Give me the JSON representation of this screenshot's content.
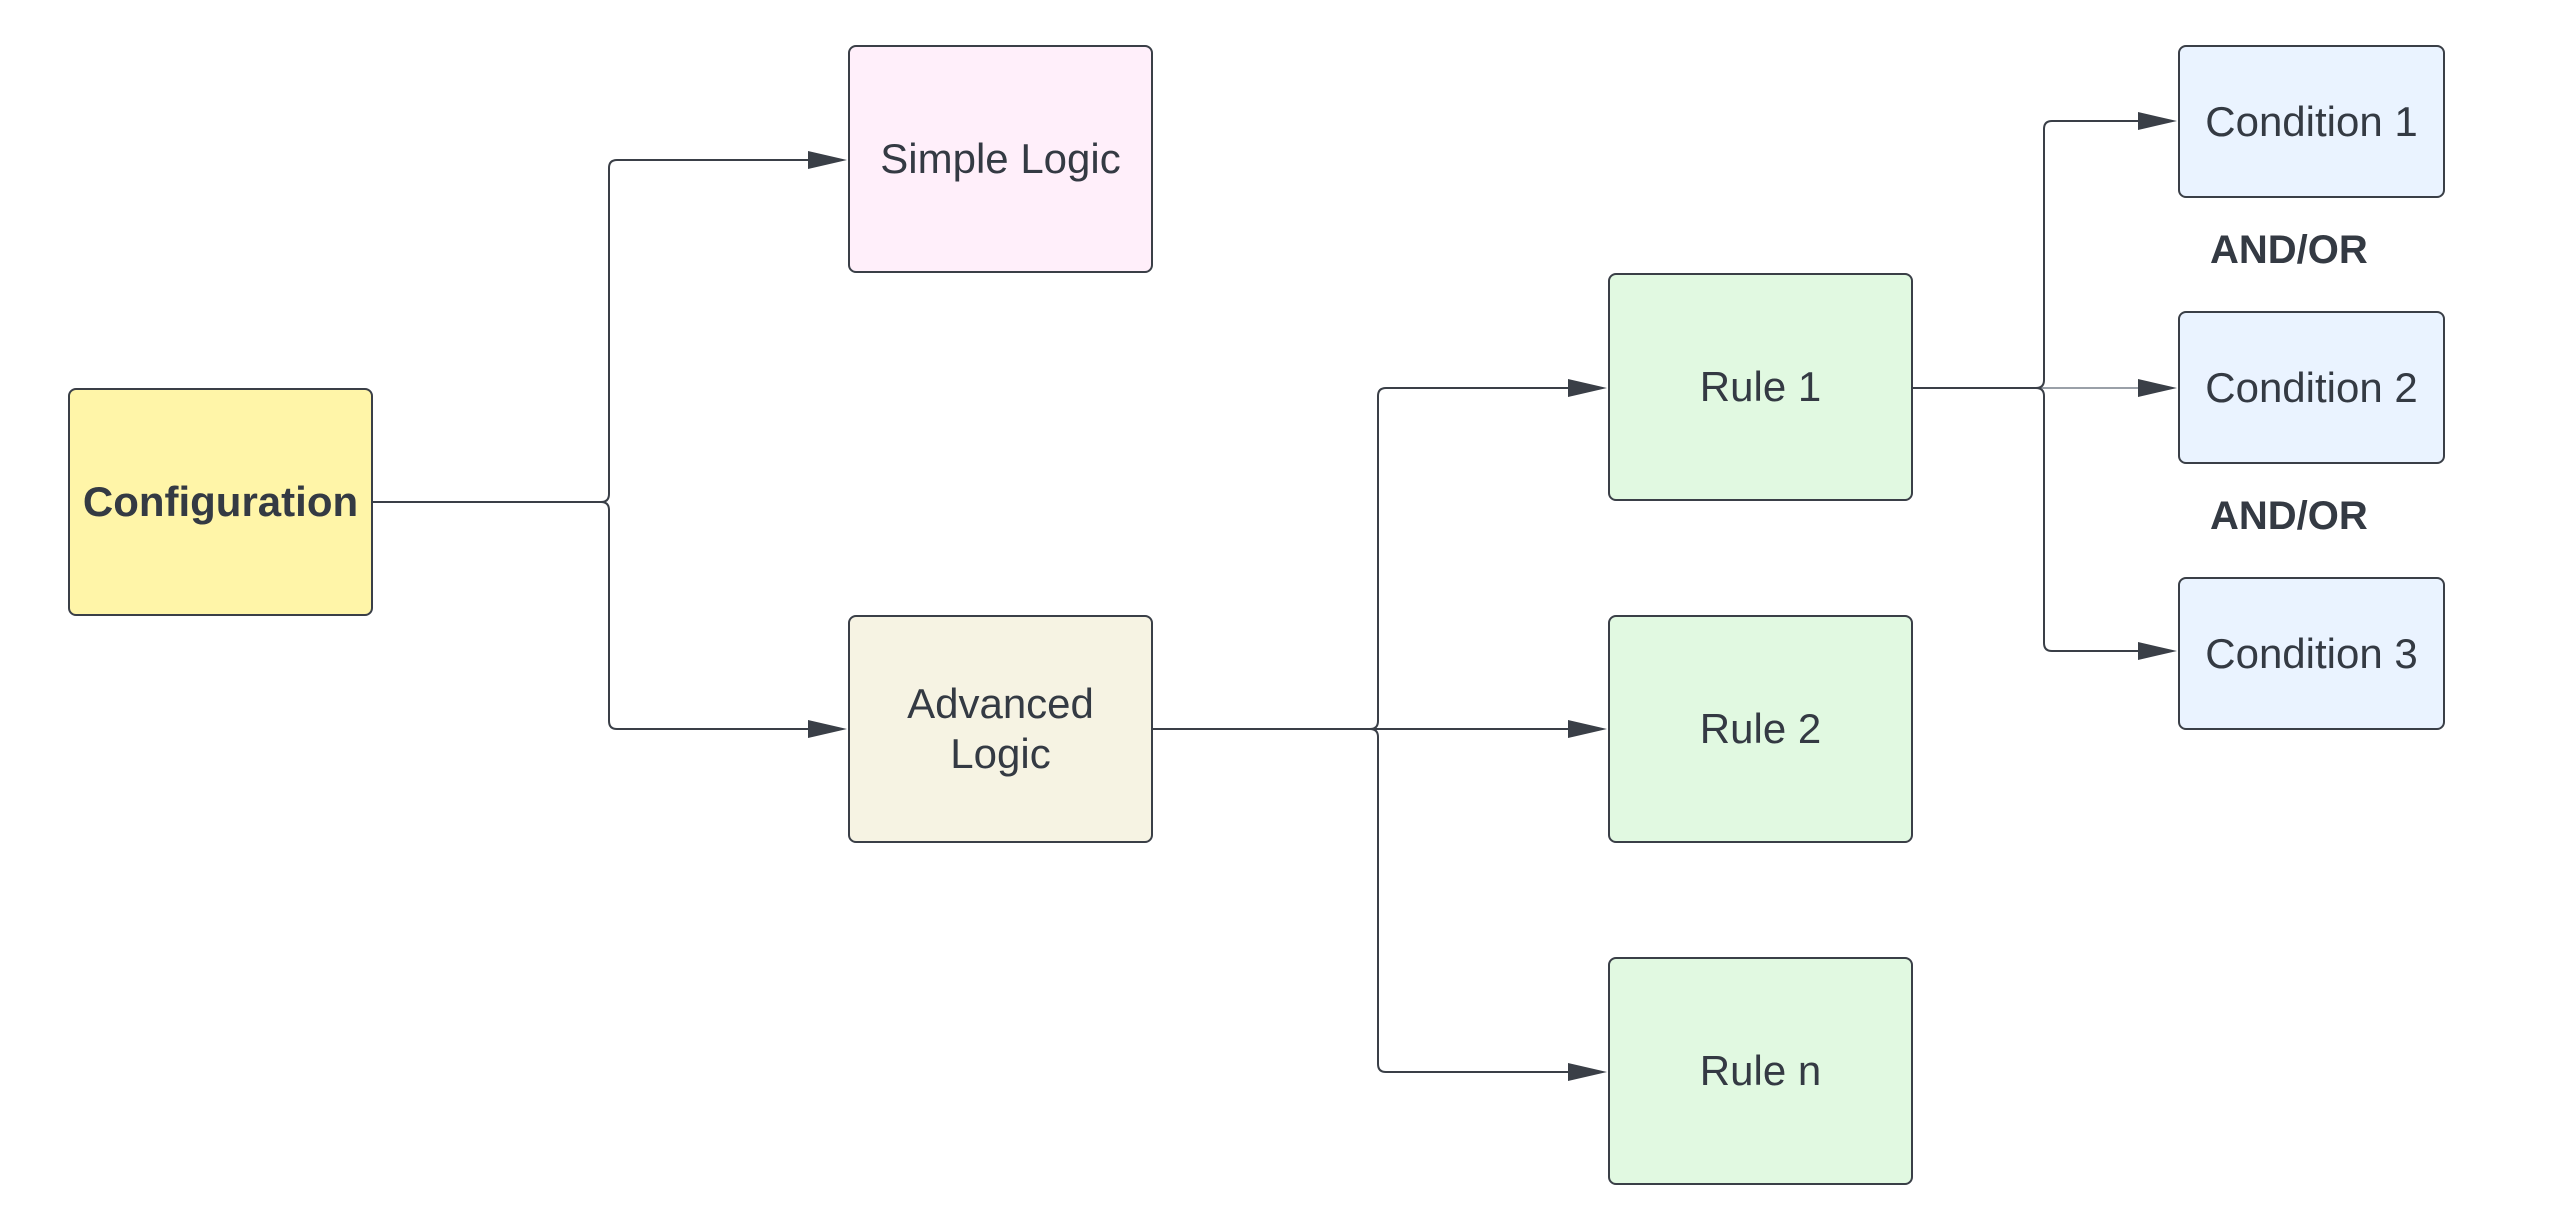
{
  "nodes": {
    "configuration": "Configuration",
    "simple_logic": "Simple Logic",
    "advanced_logic": "Advanced Logic",
    "rule_1": "Rule 1",
    "rule_2": "Rule 2",
    "rule_n": "Rule n",
    "condition_1": "Condition 1",
    "condition_2": "Condition 2",
    "condition_3": "Condition 3"
  },
  "connectors": {
    "and_or_1": "AND/OR",
    "and_or_2": "AND/OR"
  },
  "colors": {
    "configuration_fill": "#fff5a8",
    "simple_logic_fill": "#ffeffa",
    "advanced_logic_fill": "#f6f3e3",
    "rule_fill": "#e1f9e1",
    "condition_fill": "#eaf3ff",
    "stroke": "#3a3f47",
    "text": "#343a43"
  }
}
